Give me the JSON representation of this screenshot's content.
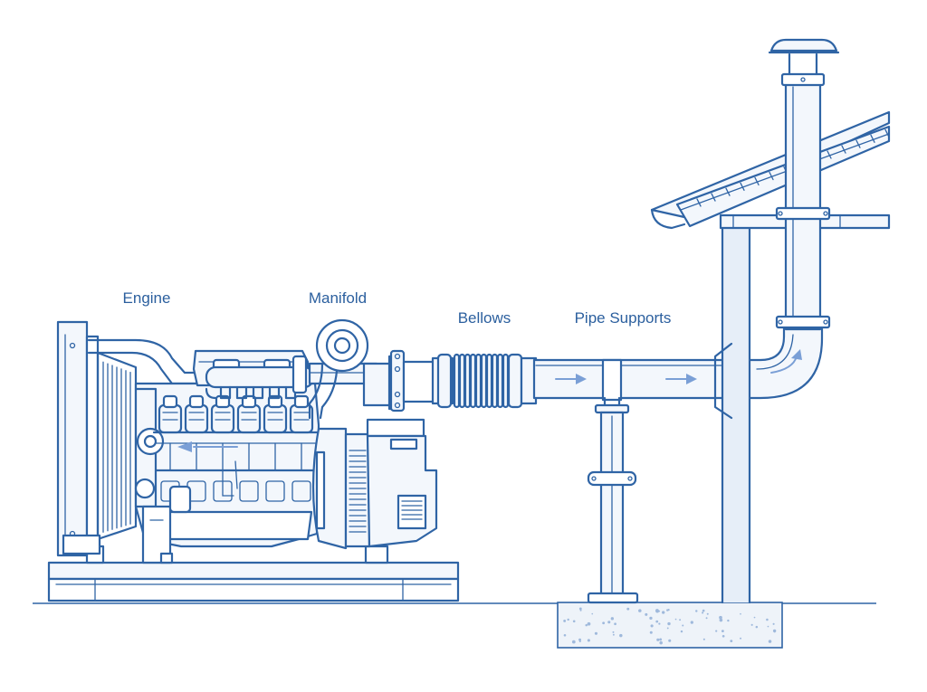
{
  "labels": {
    "engine": "Engine",
    "manifold": "Manifold",
    "bellows": "Bellows",
    "pipe_supports": "Pipe Supports"
  },
  "colors": {
    "line": "#2f64a5",
    "label": "#2b5f9e",
    "flow_arrow": "#7a9fd6",
    "fill": "#f3f7fc",
    "background": "#ffffff"
  }
}
